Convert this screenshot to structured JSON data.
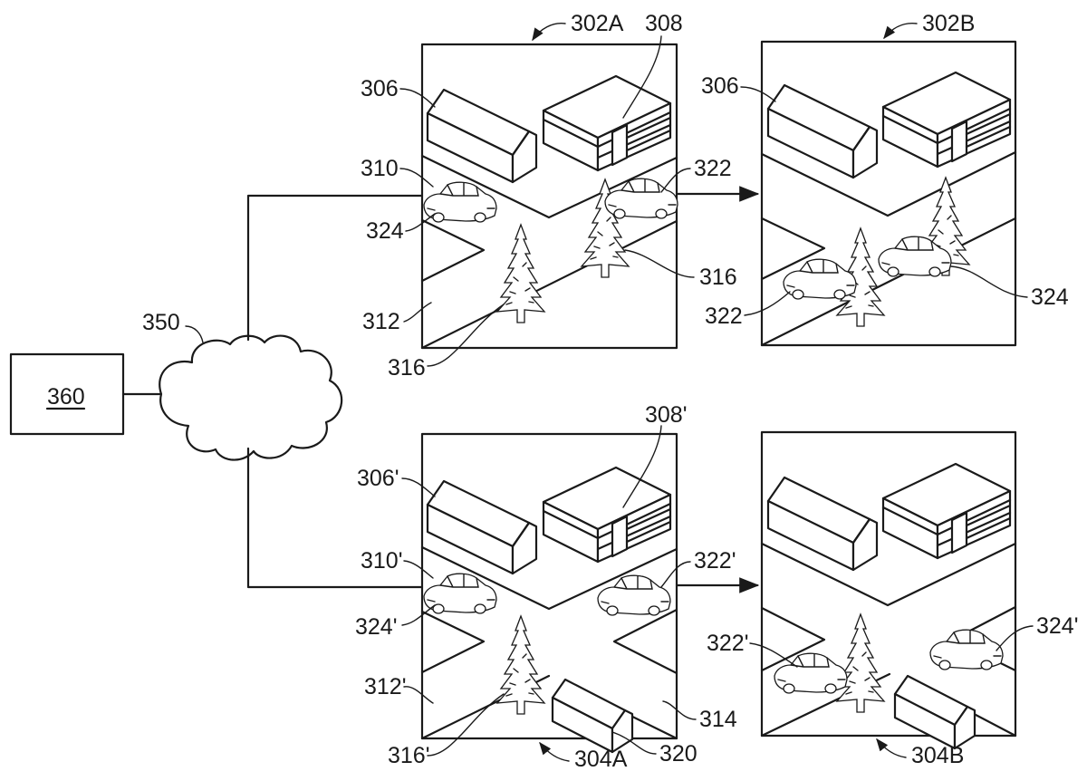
{
  "figure": {
    "server": {
      "label": "360",
      "underlined": true
    },
    "network": {
      "label": "350",
      "shape": "cloud"
    },
    "frames": [
      {
        "id": "302A",
        "label": "302A",
        "callouts": [
          "306",
          "308",
          "310",
          "312",
          "316",
          "316",
          "322",
          "324"
        ],
        "objects": [
          "house",
          "building",
          "road-intersection",
          "tree",
          "tree",
          "car",
          "car"
        ]
      },
      {
        "id": "302B",
        "label": "302B",
        "callouts": [
          "306",
          "322",
          "324"
        ],
        "objects": [
          "house",
          "building",
          "road-intersection",
          "tree",
          "tree",
          "car",
          "car"
        ]
      },
      {
        "id": "304A",
        "label": "304A",
        "callouts": [
          "306'",
          "308'",
          "310'",
          "312'",
          "314",
          "316'",
          "320",
          "322'",
          "324'"
        ],
        "objects": [
          "house",
          "building",
          "road-intersection",
          "tree",
          "small-house",
          "car",
          "car"
        ]
      },
      {
        "id": "304B",
        "label": "304B",
        "callouts": [
          "322'",
          "324'"
        ],
        "objects": [
          "house",
          "building",
          "road-intersection",
          "tree",
          "small-house",
          "car",
          "car"
        ]
      }
    ],
    "labels": {
      "l302A": "302A",
      "l302B": "302B",
      "l304A": "304A",
      "l304B": "304B",
      "l306": "306",
      "l306b": "306",
      "l306p": "306'",
      "l308": "308",
      "l308p": "308'",
      "l310": "310",
      "l310p": "310'",
      "l312": "312",
      "l312p": "312'",
      "l314": "314",
      "l316a": "316",
      "l316b": "316",
      "l316p": "316'",
      "l320": "320",
      "l322a": "322",
      "l322b": "322",
      "l322p": "322'",
      "l322pb": "322'",
      "l324a": "324",
      "l324b": "324",
      "l324p": "324'",
      "l324pb": "324'",
      "l350": "350",
      "l360": "360"
    }
  }
}
